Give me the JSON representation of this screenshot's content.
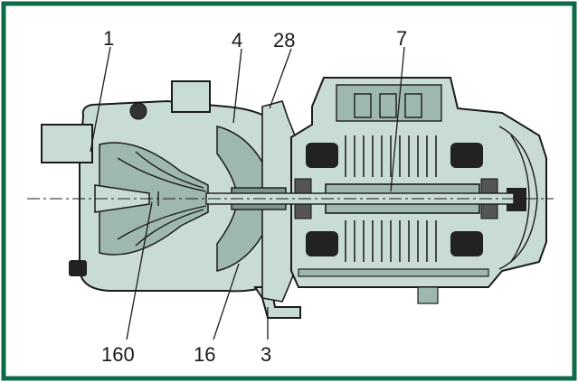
{
  "diagram": {
    "colors": {
      "frame": "#0d6b46",
      "body_fill": "#c9dcd4",
      "body_dark": "#9fb8ae",
      "outline": "#1b1b1b",
      "coil": "#222222"
    },
    "labels": {
      "top_1": "1",
      "top_4": "4",
      "top_28": "28",
      "top_7": "7",
      "bottom_160": "160",
      "bottom_16": "16",
      "bottom_3": "3"
    }
  }
}
